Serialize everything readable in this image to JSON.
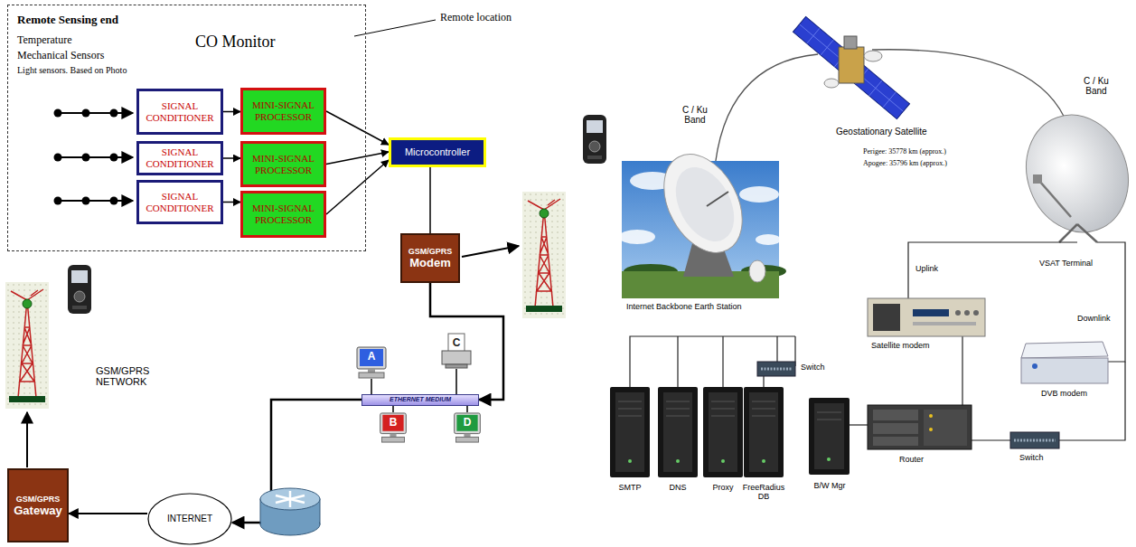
{
  "diagram": {
    "nodes": [
      {
        "text": [
          "Remote Sensing end",
          "Temperature",
          "Mechanical Sensors",
          "Light sensors. Based on Photo",
          "CO Monitor"
        ]
      },
      {
        "text": [
          "SIGNAL CONDITIONER"
        ],
        "in": 0
      },
      {
        "text": [
          "MINI-SIGNAL PROCESSOR"
        ],
        "in": 0
      },
      {
        "text": [
          "SIGNAL CONDITIONER"
        ],
        "in": 0
      },
      {
        "text": [
          "MINI-SIGNAL PROCESSOR"
        ],
        "in": 0
      },
      {
        "text": [
          "SIGNAL CONDITIONER"
        ],
        "in": 0
      },
      {
        "text": [
          "MINI-SIGNAL PROCESSOR"
        ],
        "in": 0
      },
      {
        "text": [
          "Microcontroller"
        ]
      },
      {
        "text": [
          "GSM/GPRS",
          "Modem"
        ]
      },
      {
        "text": [
          "A"
        ]
      },
      {
        "text": [
          "C"
        ]
      },
      {
        "text": [
          "ETHERNET MEDIUM"
        ]
      },
      {
        "text": [
          "B"
        ]
      },
      {
        "text": [
          "D"
        ]
      },
      {
        "text": [
          "INTERNET"
        ]
      },
      {
        "text": [
          "GSM/GPRS",
          "Gateway"
        ]
      }
    ],
    "edges": [
      {
        "from": 1,
        "to": 2,
        "arrow": "to"
      },
      {
        "from": 3,
        "to": 4,
        "arrow": "to"
      },
      {
        "from": 5,
        "to": 6,
        "arrow": "to"
      },
      {
        "from": 2,
        "to": 7,
        "arrow": "to"
      },
      {
        "from": 4,
        "to": 7,
        "arrow": "to"
      },
      {
        "from": 6,
        "to": 7,
        "arrow": "to"
      },
      {
        "from": 7,
        "to": 8,
        "arrow": "none"
      },
      {
        "from": 8,
        "to": 11,
        "arrow": "to"
      },
      {
        "from": 9,
        "to": 11,
        "arrow": "none"
      },
      {
        "from": 10,
        "to": 11,
        "arrow": "none"
      },
      {
        "from": 12,
        "to": 11,
        "arrow": "none"
      },
      {
        "from": 13,
        "to": 11,
        "arrow": "none"
      },
      {
        "from": 11,
        "to": 14,
        "arrow": "to"
      },
      {
        "from": 14,
        "to": 15,
        "arrow": "to"
      }
    ],
    "labels": [
      "Remote location",
      "GSM/GPRS NETWORK",
      "C / Ku Band",
      "C / Ku Band",
      "Geostationary Satellite",
      "Perigee: 35778 km (approx.)",
      "Apogee: 35796 km (approx.)",
      "Internet Backbone Earth Station",
      "VSAT Terminal",
      "Uplink",
      "Satellite modem",
      "Downlink",
      "DVB modem",
      "Switch",
      "SMTP",
      "DNS",
      "Proxy",
      "FreeRadius DB",
      "B/W Mgr",
      "Router",
      "Switch"
    ]
  }
}
